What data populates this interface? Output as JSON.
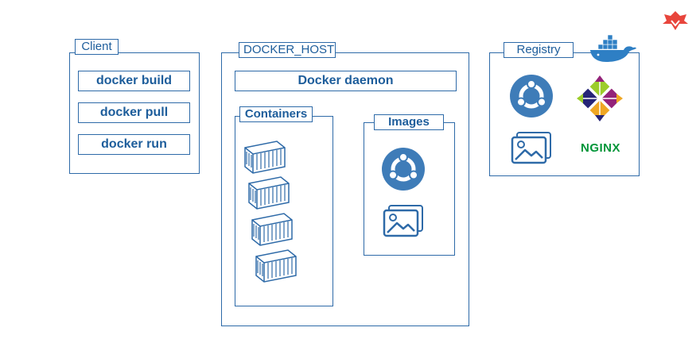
{
  "client": {
    "label": "Client",
    "commands": [
      "docker build",
      "docker pull",
      "docker run"
    ]
  },
  "docker_host": {
    "label": "DOCKER_HOST",
    "daemon": "Docker daemon",
    "containers_label": "Containers",
    "images_label": "Images"
  },
  "registry": {
    "label": "Registry",
    "nginx_logo_text": "NGINX"
  },
  "icons": [
    "brand-logo-icon",
    "docker-whale-icon",
    "ubuntu-icon",
    "centos-icon",
    "image-gallery-icon",
    "nginx-logo-icon",
    "container-icon"
  ],
  "colors": {
    "line": "#2e6aa8",
    "text": "#1d5d9b",
    "ubuntu": "#3e7cb8",
    "nginx": "#009639",
    "brand": "#e8453c"
  }
}
